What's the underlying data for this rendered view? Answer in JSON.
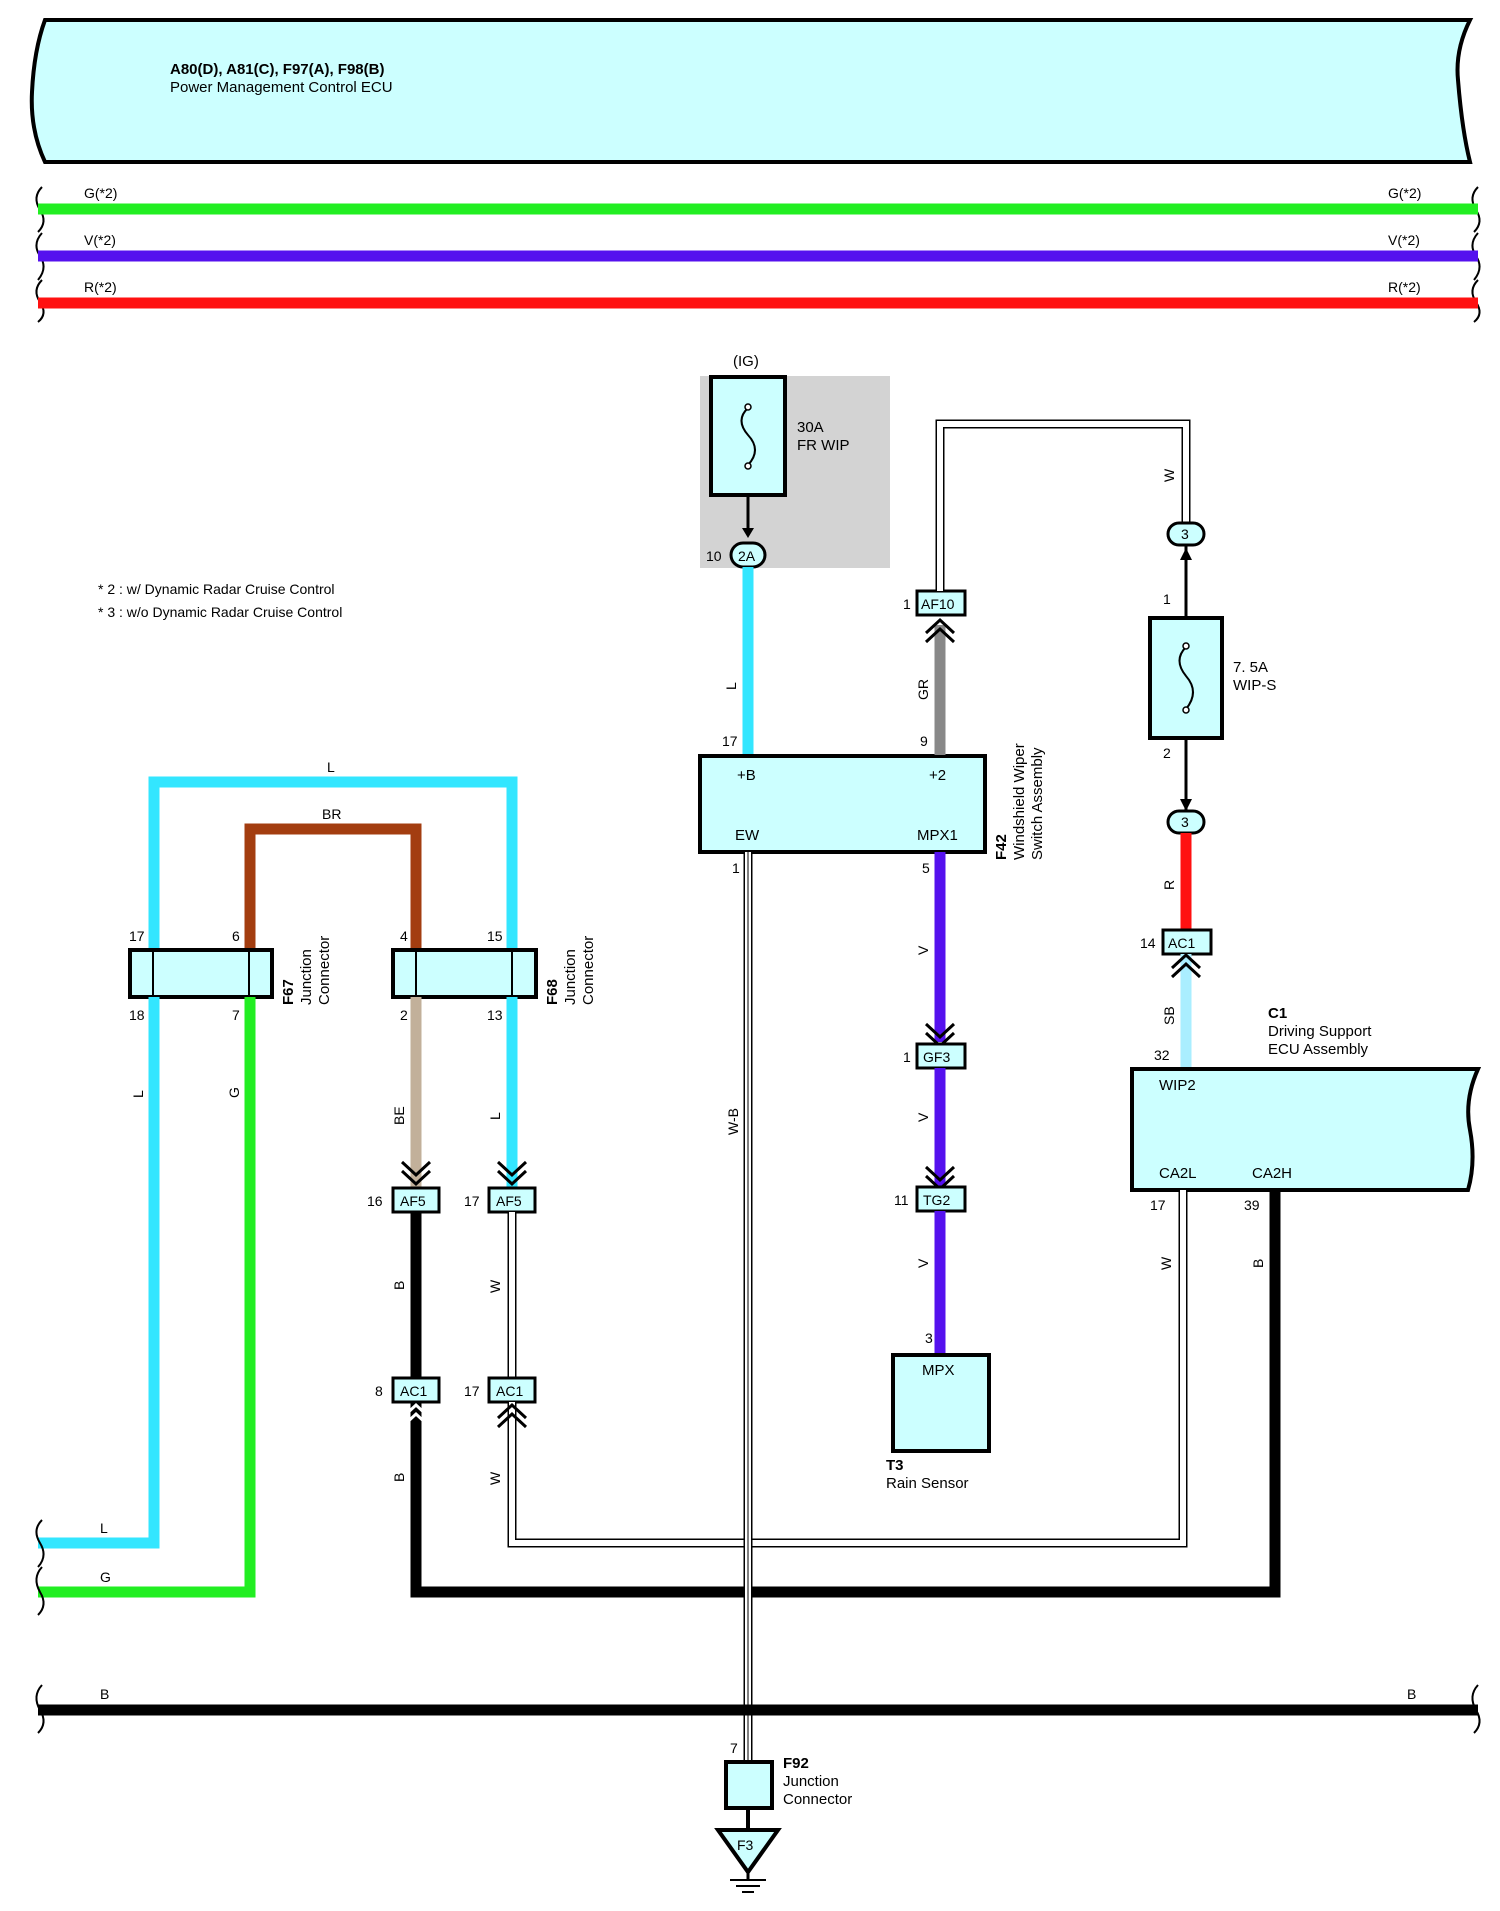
{
  "colors": {
    "box_fill": "#ccffff",
    "wire_L": "#33e6ff",
    "wire_G": "#22ee22",
    "wire_V": "#5511ee",
    "wire_R": "#ff1111",
    "wire_BR": "#a33d10",
    "wire_BE": "#c2b09a",
    "wire_GR": "#888888",
    "wire_SB": "#aaeeff",
    "wire_B": "#000000",
    "fuse_block_fill": "#d3d3d3"
  },
  "ecu": {
    "codes": "A80(D), A81(C), F97(A), F98(B)",
    "name": "Power Management Control ECU"
  },
  "bus": {
    "g_left": "G(*2)",
    "g_right": "G(*2)",
    "v_left": "V(*2)",
    "v_right": "V(*2)",
    "r_left": "R(*2)",
    "r_right": "R(*2)",
    "b_left": "B",
    "b_right": "B"
  },
  "notes": {
    "n2": "* 2 : w/ Dynamic Radar Cruise Control",
    "n3": "* 3 : w/o Dynamic Radar Cruise Control"
  },
  "fuse_fr": {
    "supply": "(IG)",
    "rating": "30A",
    "name": "FR WIP",
    "conn": "2A",
    "pin": "10"
  },
  "fuse_wips": {
    "rating": "7. 5A",
    "name": "WIP-S",
    "pin_top": "1",
    "pin_bottom": "2",
    "conn_top": "3",
    "conn_bottom": "3"
  },
  "wiper_switch": {
    "code": "F42",
    "name1": "Windshield Wiper",
    "name2": "Switch Assembly",
    "term_b": "+B",
    "term_2": "+2",
    "term_ew": "EW",
    "term_mpx": "MPX1",
    "pin_b": "17",
    "pin_2": "9",
    "pin_ew": "1",
    "pin_mpx": "5"
  },
  "connectors": {
    "af10": "AF10",
    "af10_pin": "1",
    "gf3": "GF3",
    "gf3_pin": "1",
    "tg2": "TG2",
    "tg2_pin": "11",
    "ac1_r": "AC1",
    "ac1_r_pin": "14",
    "af5_a": "AF5",
    "af5_a_pin": "16",
    "af5_b": "AF5",
    "af5_b_pin": "17",
    "ac1_a": "AC1",
    "ac1_a_pin": "8",
    "ac1_b": "AC1",
    "ac1_b_pin": "17"
  },
  "rain_sensor": {
    "code": "T3",
    "name": "Rain Sensor",
    "term": "MPX",
    "pin": "3"
  },
  "driving_ecu": {
    "code": "C1",
    "name1": "Driving Support",
    "name2": "ECU Assembly",
    "term_wip": "WIP2",
    "term_ca2l": "CA2L",
    "term_ca2h": "CA2H",
    "pin_wip": "32",
    "pin_ca2l": "17",
    "pin_ca2h": "39"
  },
  "f67": {
    "code": "F67",
    "name1": "Junction",
    "name2": "Connector",
    "p17": "17",
    "p6": "6",
    "p18": "18",
    "p7": "7"
  },
  "f68": {
    "code": "F68",
    "name1": "Junction",
    "name2": "Connector",
    "p4": "4",
    "p15": "15",
    "p2": "2",
    "p13": "13"
  },
  "f92": {
    "code": "F92",
    "name1": "Junction",
    "name2": "Connector",
    "pin": "7",
    "ground": "F3"
  },
  "wire_labels": {
    "l_fr": "L",
    "gr": "GR",
    "w_top": "W",
    "r_fuse": "R",
    "sb": "SB",
    "v1": "V",
    "v2": "V",
    "v3": "V",
    "wb": "W-B",
    "l_top": "L",
    "br": "BR",
    "l_left": "L",
    "g_left": "G",
    "be": "BE",
    "l_f68": "L",
    "b_af5": "B",
    "w_af5": "W",
    "b_ac1": "B",
    "w_ac1": "W",
    "w_ecu": "W",
    "b_ecu": "B",
    "l_bottom": "L",
    "g_bottom": "G"
  }
}
